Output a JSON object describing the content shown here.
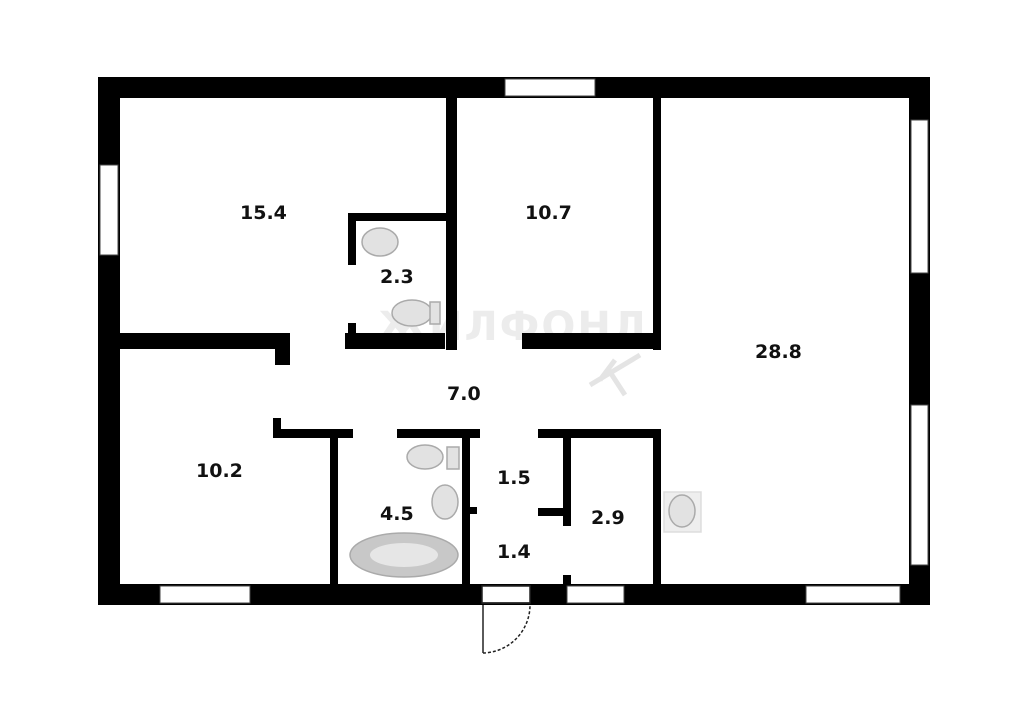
{
  "plan": {
    "rooms": [
      {
        "id": "room-15-4",
        "area": "15.4"
      },
      {
        "id": "room-10-7",
        "area": "10.7"
      },
      {
        "id": "room-2-3",
        "area": "2.3"
      },
      {
        "id": "room-28-8",
        "area": "28.8"
      },
      {
        "id": "room-7-0",
        "area": "7.0"
      },
      {
        "id": "room-10-2",
        "area": "10.2"
      },
      {
        "id": "room-4-5",
        "area": "4.5"
      },
      {
        "id": "room-1-5",
        "area": "1.5"
      },
      {
        "id": "room-2-9",
        "area": "2.9"
      },
      {
        "id": "room-1-4",
        "area": "1.4"
      }
    ],
    "watermark": "ЖИЛФОНД",
    "colors": {
      "wall": "#000000",
      "fixture": "#bdbdbd",
      "background": "#ffffff"
    }
  }
}
